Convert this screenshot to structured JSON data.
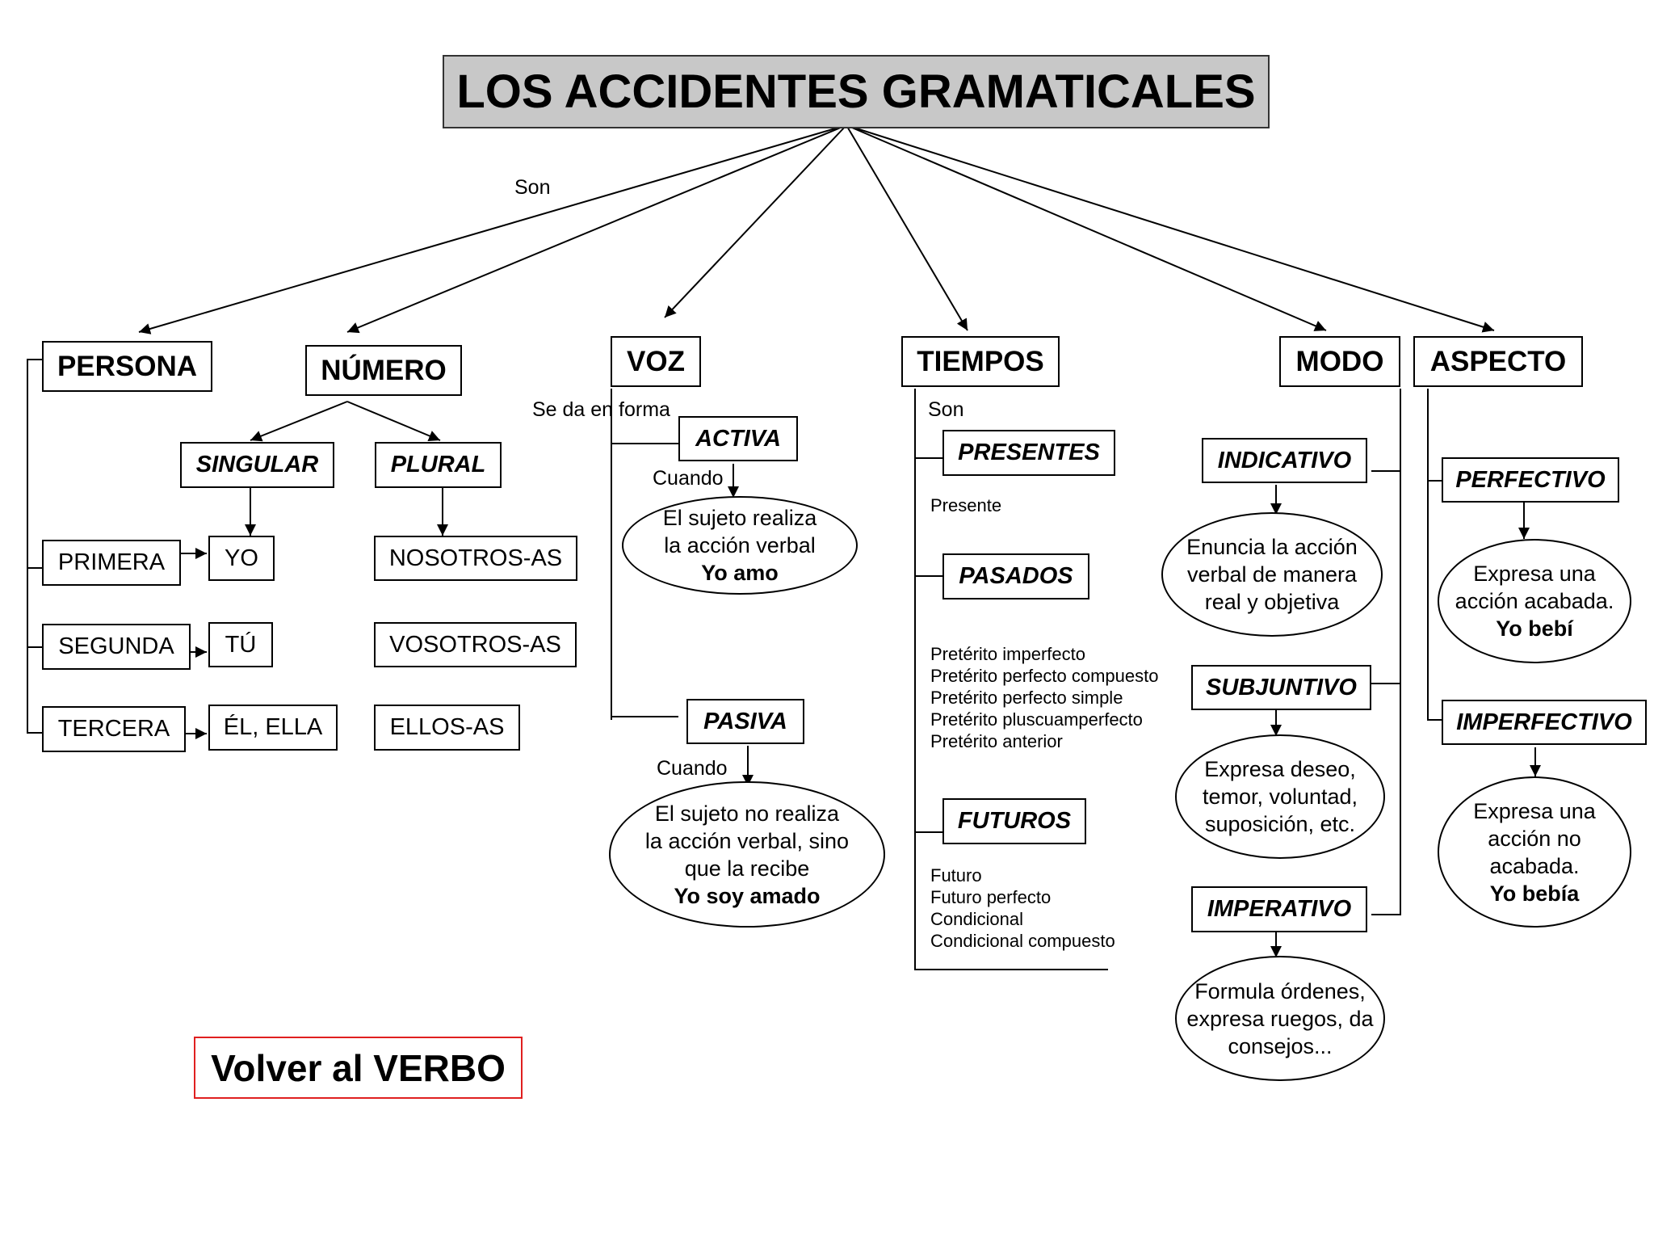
{
  "title": "LOS ACCIDENTES GRAMATICALES",
  "link_labels": {
    "son_top": "Son",
    "se_da_en_forma": "Se da en forma",
    "cuando_activa": "Cuando",
    "cuando_pasiva": "Cuando",
    "son_tiempos": "Son"
  },
  "categories": {
    "persona": "PERSONA",
    "numero": "NÚMERO",
    "voz": "VOZ",
    "tiempos": "TIEMPOS",
    "modo": "MODO",
    "aspecto": "ASPECTO"
  },
  "persona": {
    "primera": "PRIMERA",
    "segunda": "SEGUNDA",
    "tercera": "TERCERA"
  },
  "numero": {
    "singular": "SINGULAR",
    "plural": "PLURAL",
    "yo": "YO",
    "tu": "TÚ",
    "el_ella": "ÉL, ELLA",
    "nosotros": "NOSOTROS-AS",
    "vosotros": "VOSOTROS-AS",
    "ellos": "ELLOS-AS"
  },
  "voz": {
    "activa": "ACTIVA",
    "activa_desc": [
      "El sujeto realiza",
      "la acción verbal",
      "Yo amo"
    ],
    "pasiva": "PASIVA",
    "pasiva_desc": [
      "El sujeto no realiza",
      "la acción verbal, sino",
      "que la recibe",
      "Yo soy amado"
    ]
  },
  "tiempos": {
    "presentes": "PRESENTES",
    "presentes_list": [
      "Presente"
    ],
    "pasados": "PASADOS",
    "pasados_list": [
      "Pretérito imperfecto",
      "Pretérito perfecto compuesto",
      "Pretérito perfecto simple",
      "Pretérito pluscuamperfecto",
      "Pretérito anterior"
    ],
    "futuros": "FUTUROS",
    "futuros_list": [
      "Futuro",
      "Futuro perfecto",
      "Condicional",
      "Condicional compuesto"
    ]
  },
  "modo": {
    "indicativo": "INDICATIVO",
    "indicativo_desc": [
      "Enuncia la acción",
      "verbal de manera",
      "real y objetiva"
    ],
    "subjuntivo": "SUBJUNTIVO",
    "subjuntivo_desc": [
      "Expresa deseo,",
      "temor, voluntad,",
      "suposición, etc."
    ],
    "imperativo": "IMPERATIVO",
    "imperativo_desc": [
      "Formula órdenes,",
      "expresa ruegos, da",
      "consejos..."
    ]
  },
  "aspecto": {
    "perfectivo": "PERFECTIVO",
    "perfectivo_desc": [
      "Expresa una",
      "acción acabada.",
      "Yo bebí"
    ],
    "imperfectivo": "IMPERFECTIVO",
    "imperfectivo_desc": [
      "Expresa una",
      "acción no",
      "acabada.",
      "Yo bebía"
    ]
  },
  "back_button": "Volver al VERBO",
  "colors": {
    "title_bg": "#c8c8c8",
    "back_border": "#e02020"
  }
}
